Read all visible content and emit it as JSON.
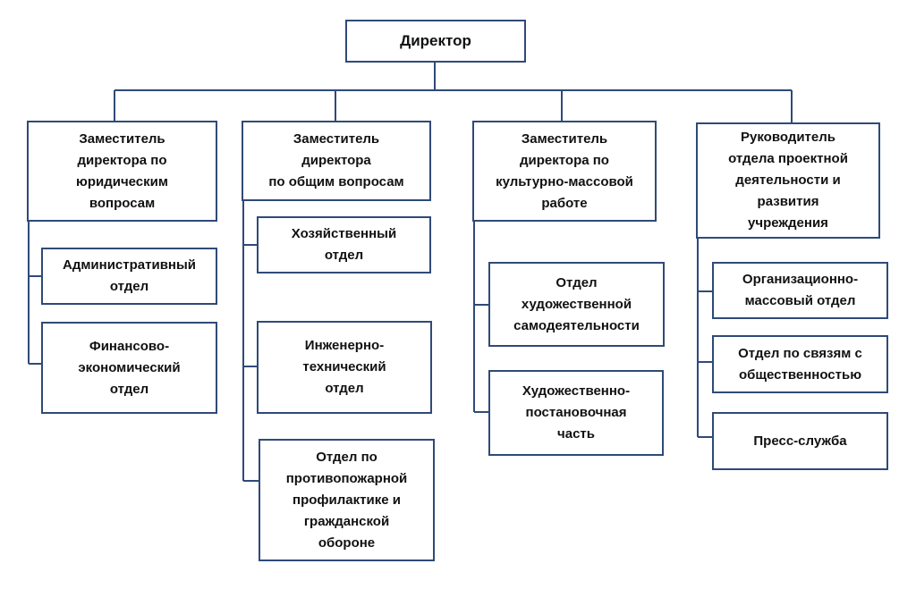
{
  "colors": {
    "line": "#2f4a78",
    "text": "#111111",
    "background": "#ffffff"
  },
  "director": {
    "label": "Директор"
  },
  "deputies": [
    {
      "label": "Заместитель\nдиректора по\nюридическим\nвопросам",
      "departments": [
        "Административный\nотдел",
        "Финансово-\nэкономический\nотдел"
      ]
    },
    {
      "label": "Заместитель\nдиректора\nпо общим вопросам",
      "departments": [
        "Хозяйственный\nотдел",
        "Инженерно-\nтехнический\nотдел",
        "Отдел по\nпротивопожарной\nпрофилактике и\nгражданской\nобороне"
      ]
    },
    {
      "label": "Заместитель\nдиректора по\nкультурно-массовой\nработе",
      "departments": [
        "Отдел\nхудожественной\nсамодеятельности",
        "Художественно-\nпостановочная\nчасть"
      ]
    },
    {
      "label": "Руководитель\nотдела проектной\nдеятельности и\nразвития\nучреждения",
      "departments": [
        "Организационно-\nмассовый отдел",
        "Отдел по связям с\nобщественностью",
        "Пресс-служба"
      ]
    }
  ]
}
